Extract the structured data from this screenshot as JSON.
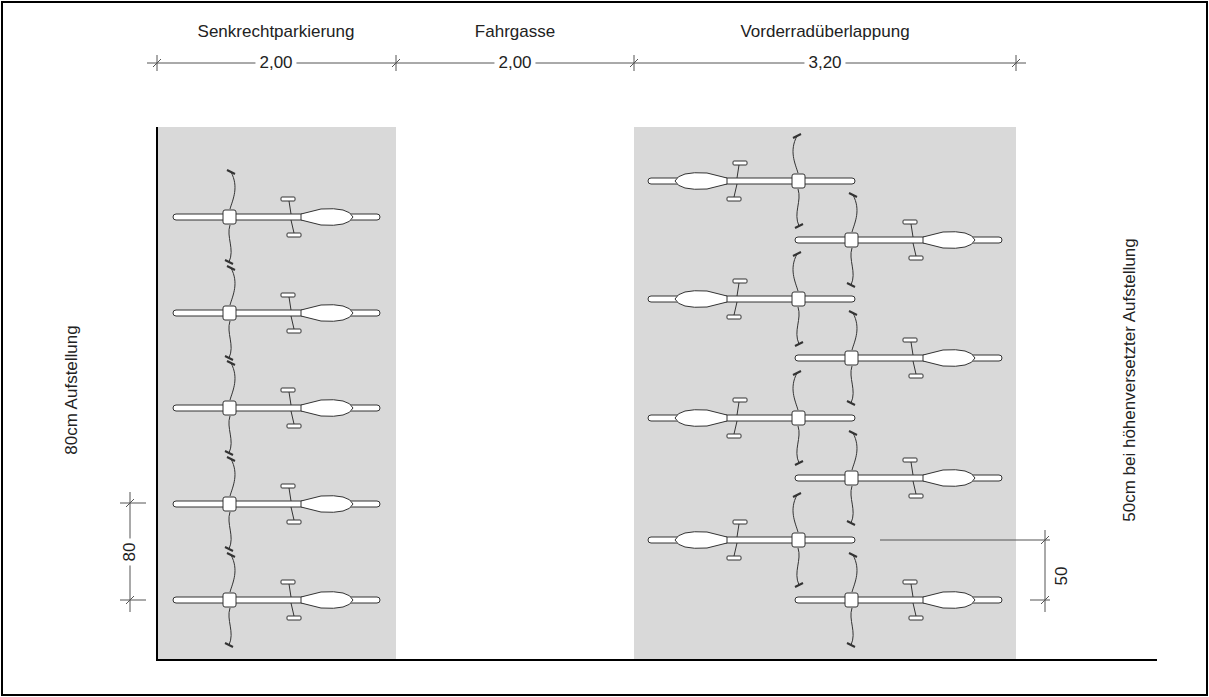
{
  "diagram": {
    "labels": [
      "Senkrechtparkierung",
      "2,00",
      "Fahrgasse",
      "2,00",
      "Vorderradüberlappung",
      "3,20",
      "80cm Aufstellung",
      "80",
      "50",
      "50cm bei höhenversetzter Aufstellung"
    ]
  }
}
